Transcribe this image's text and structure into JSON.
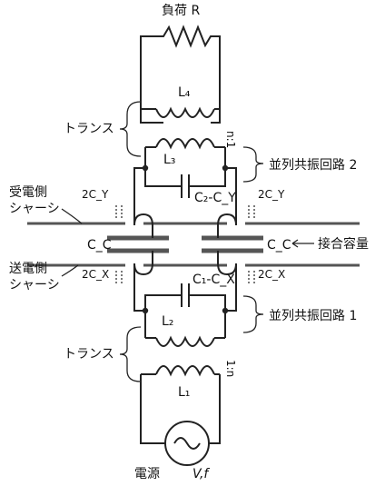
{
  "labels": {
    "load": "負荷  R",
    "L4": "L₄",
    "L3": "L₃",
    "L2": "L₂",
    "L1": "L₁",
    "ratio_top": "n:1",
    "ratio_bottom": "1:n",
    "transformer_top": "トランス",
    "transformer_bottom": "トランス",
    "res2": "並列共振回路 2",
    "res1": "並列共振回路 1",
    "c2cy": "C₂-C_Y",
    "c1cx": "C₁-C_X",
    "recv_line1": "受電側",
    "recv_line2": "シャーシ",
    "send_line1": "送電側",
    "send_line2": "シャーシ",
    "cc_left": "C_C",
    "cc_right": "C_C",
    "coupling": "接合容量",
    "cy_left": "2C_Y",
    "cy_right": "2C_Y",
    "cx_left": "2C_X",
    "cx_right": "2C_X",
    "source": "電源",
    "source_vals": "V,f"
  }
}
